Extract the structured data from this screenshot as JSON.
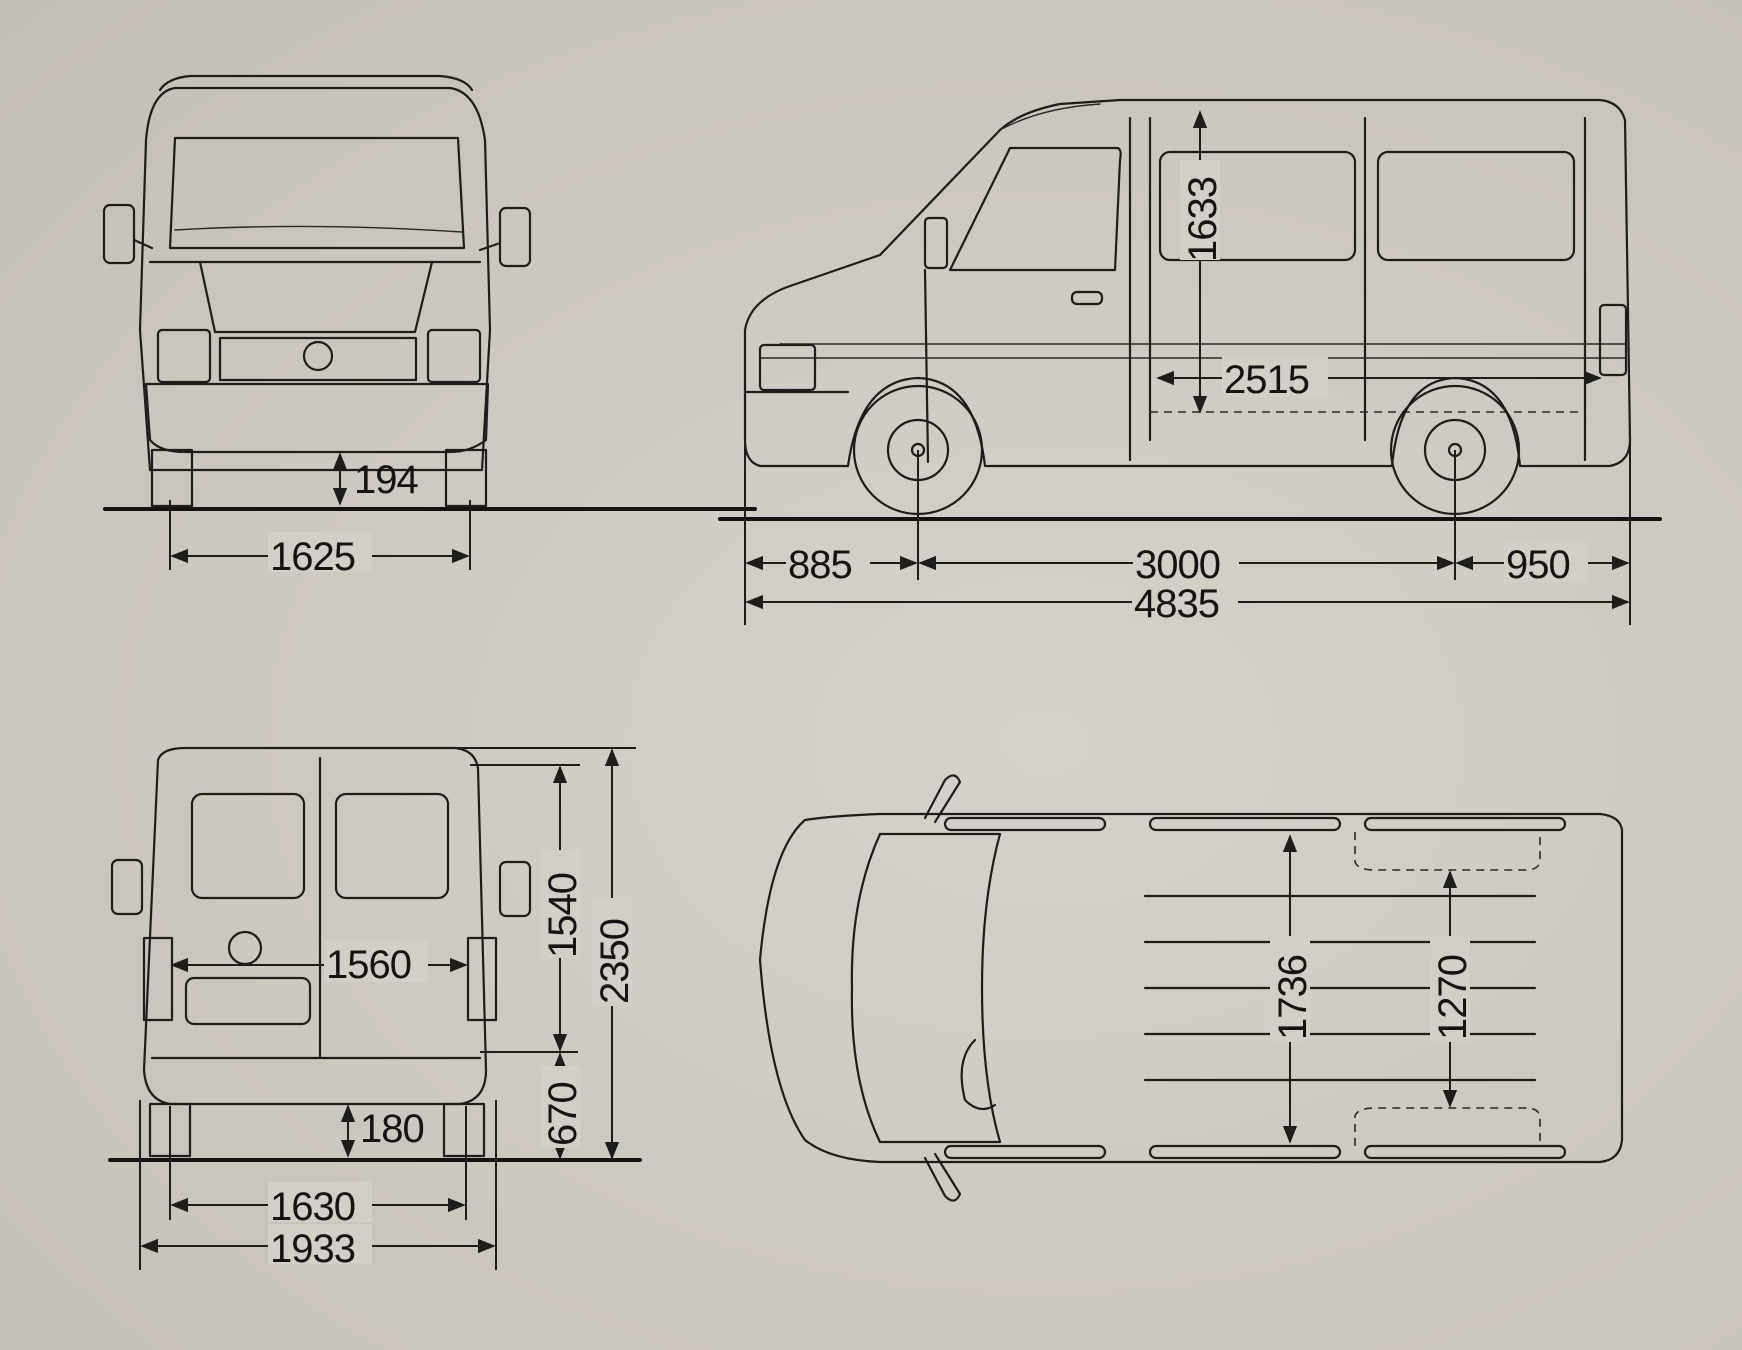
{
  "drawing": {
    "views": [
      "front",
      "side",
      "rear",
      "top"
    ],
    "colors": {
      "paper": "#cfcac2",
      "ink": "#1e1d1b"
    }
  },
  "dimensions": {
    "front_ground_clearance": "194",
    "front_track": "1625",
    "front_overhang": "885",
    "wheelbase": "3000",
    "rear_overhang": "950",
    "overall_length": "4835",
    "interior_height": "1633",
    "load_length": "2515",
    "rear_door_opening_width": "1560",
    "rear_door_opening_height": "1540",
    "overall_height": "2350",
    "loading_sill_height": "670",
    "rear_ground_clearance": "180",
    "rear_track": "1630",
    "overall_width": "1933",
    "interior_width": "1736",
    "width_between_wheel_arches": "1270"
  }
}
